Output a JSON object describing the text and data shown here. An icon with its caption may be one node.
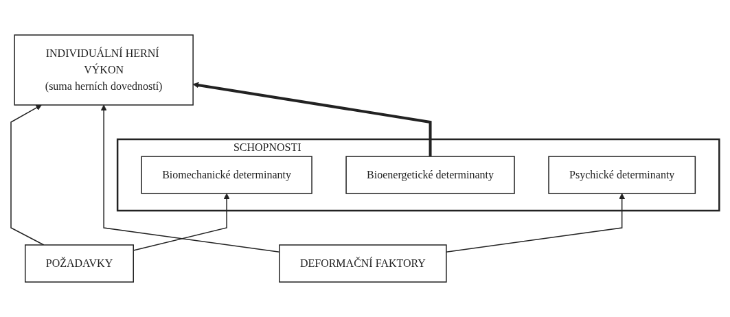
{
  "diagram": {
    "nodes": [
      {
        "text": [
          "INDIVIDUÁLNÍ HERNÍ VÝKON",
          "(suma herních dovedností)"
        ]
      },
      {
        "text": [
          "POŽADAVKY"
        ]
      },
      {
        "text": [
          "DEFORMAČNÍ FAKTORY"
        ]
      },
      {
        "text": [
          "SCHOPNOSTI"
        ]
      },
      {
        "text": [
          "Biomechanické determinanty"
        ],
        "in": 3
      },
      {
        "text": [
          "Bioenergetické determinanty"
        ],
        "in": 3
      },
      {
        "text": [
          "Psychické determinanty"
        ],
        "in": 3
      }
    ],
    "edges": [
      {
        "from": 1,
        "to": 0,
        "arrow": "to"
      },
      {
        "from": 1,
        "to": 4,
        "arrow": "to"
      },
      {
        "from": 2,
        "to": 0,
        "arrow": "to"
      },
      {
        "from": 2,
        "to": 6,
        "arrow": "to"
      },
      {
        "from": 5,
        "to": 0,
        "arrow": "to",
        "style": "thick"
      }
    ]
  }
}
